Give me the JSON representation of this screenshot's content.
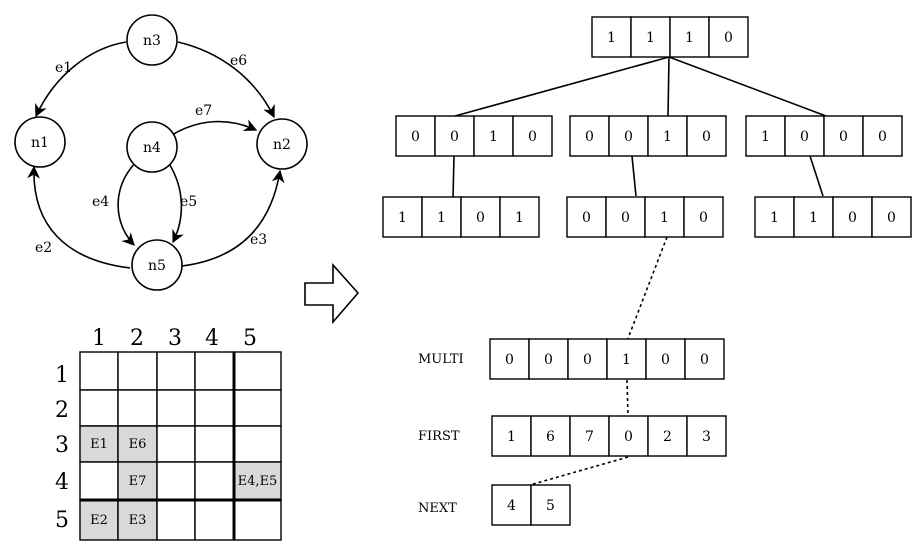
{
  "graph": {
    "nodes": [
      "n1",
      "n2",
      "n3",
      "n4",
      "n5"
    ],
    "edges": [
      {
        "id": "e1",
        "from": "n3",
        "to": "n1"
      },
      {
        "id": "e2",
        "from": "n5",
        "to": "n1"
      },
      {
        "id": "e3",
        "from": "n5",
        "to": "n2"
      },
      {
        "id": "e4",
        "from": "n4",
        "to": "n5"
      },
      {
        "id": "e5",
        "from": "n4",
        "to": "n5"
      },
      {
        "id": "e6",
        "from": "n3",
        "to": "n2"
      },
      {
        "id": "e7",
        "from": "n4",
        "to": "n2"
      }
    ]
  },
  "matrix": {
    "col_headers": [
      "1",
      "2",
      "3",
      "4",
      "5"
    ],
    "row_headers": [
      "1",
      "2",
      "3",
      "4",
      "5"
    ],
    "cells": [
      [
        "",
        "",
        "",
        "",
        ""
      ],
      [
        "",
        "",
        "",
        "",
        ""
      ],
      [
        "E1",
        "E6",
        "",
        "",
        ""
      ],
      [
        "",
        "E7",
        "",
        "",
        "E4,E5"
      ],
      [
        "E2",
        "E3",
        "",
        "",
        ""
      ]
    ],
    "shaded": [
      [
        2,
        0
      ],
      [
        2,
        1
      ],
      [
        3,
        1
      ],
      [
        3,
        4
      ],
      [
        4,
        0
      ],
      [
        4,
        1
      ]
    ]
  },
  "tree": {
    "root": [
      "1",
      "1",
      "1",
      "0"
    ],
    "level1": [
      [
        "0",
        "0",
        "1",
        "0"
      ],
      [
        "0",
        "0",
        "1",
        "0"
      ],
      [
        "1",
        "0",
        "0",
        "0"
      ]
    ],
    "level2": [
      [
        "1",
        "1",
        "0",
        "1"
      ],
      [
        "0",
        "0",
        "1",
        "0"
      ],
      [
        "1",
        "1",
        "0",
        "0"
      ]
    ]
  },
  "arrays": {
    "multi": {
      "label": "MULTI",
      "values": [
        "0",
        "0",
        "0",
        "1",
        "0",
        "0"
      ]
    },
    "first": {
      "label": "FIRST",
      "values": [
        "1",
        "6",
        "7",
        "0",
        "2",
        "3"
      ]
    },
    "next": {
      "label": "NEXT",
      "values": [
        "4",
        "5"
      ]
    }
  },
  "colors": {
    "stroke": "#000000",
    "shade": "#d9d9d9",
    "background": "#ffffff"
  }
}
